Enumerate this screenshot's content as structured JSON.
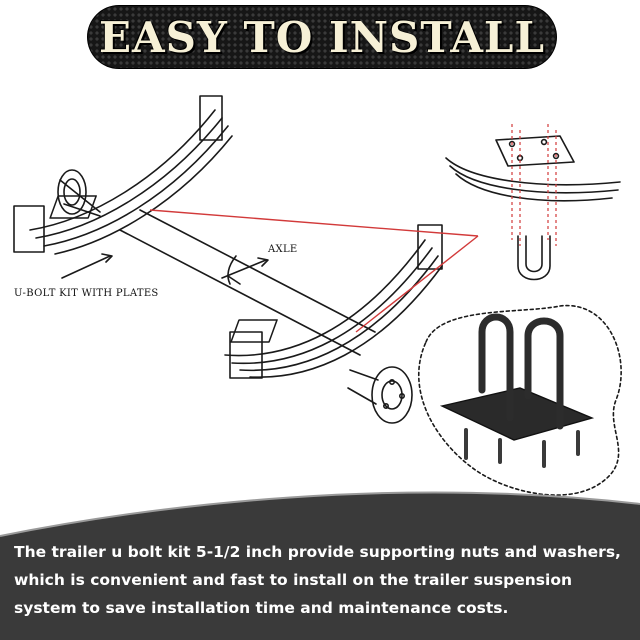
{
  "banner": {
    "title": "EASY TO INSTALL"
  },
  "diagram": {
    "axle_label": "AXLE",
    "ubolt_label": "U-BOLT KIT WITH PLATES"
  },
  "footer": {
    "description": "The trailer u bolt kit 5-1/2 inch provide supporting nuts and washers, which is convenient and fast to install on the trailer suspension system to save installation time and maintenance costs."
  },
  "colors": {
    "banner_bg": "#161616",
    "banner_text": "#f6f0d6",
    "callout_line": "#d23a3a",
    "footer_bg": "#3a3a3a"
  }
}
